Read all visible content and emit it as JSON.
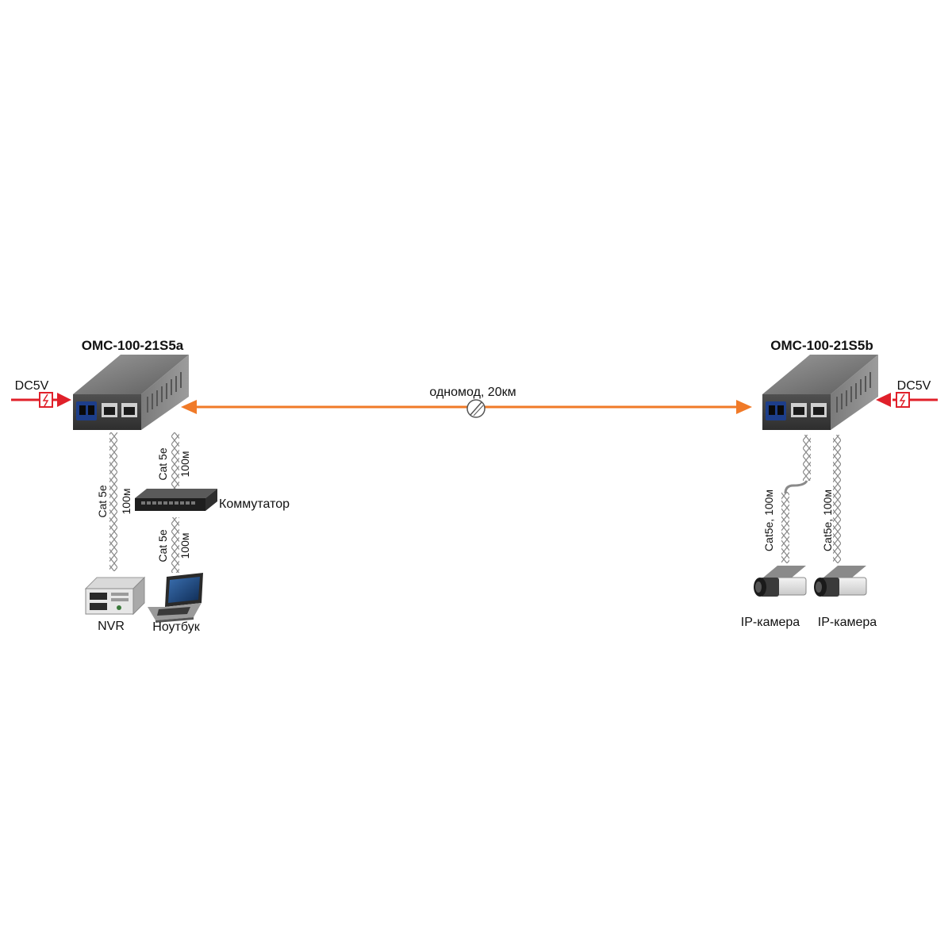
{
  "devices": {
    "left_converter": {
      "model": "OMC-100-21S5a",
      "power": "DC5V"
    },
    "right_converter": {
      "model": "OMC-100-21S5b",
      "power": "DC5V"
    }
  },
  "fiber_link": {
    "label": "одномод, 20км"
  },
  "left_side": {
    "cable_nvr": {
      "line1": "Cat 5e",
      "line2": "100м"
    },
    "cable_switch": {
      "line1": "Cat 5e",
      "line2": "100м"
    },
    "cable_laptop": {
      "line1": "Cat 5e",
      "line2": "100м"
    },
    "switch_label": "Коммутатор",
    "nvr_label": "NVR",
    "laptop_label": "Ноутбук"
  },
  "right_side": {
    "cable_cam1": "Cat5e, 100м",
    "cable_cam2": "Cat5e, 100м",
    "camera1_label": "IP-камера",
    "camera2_label": "IP-камера"
  },
  "colors": {
    "fiber": "#f07a28",
    "power": "#e0202a",
    "device_body": "#6a6a6a",
    "cable": "#8a8a8a"
  },
  "icons": [
    "media-converter-icon",
    "power-plug-icon",
    "network-switch-icon",
    "nvr-server-icon",
    "laptop-icon",
    "ip-camera-icon",
    "fiber-splice-icon",
    "twisted-pair-cable-icon"
  ]
}
